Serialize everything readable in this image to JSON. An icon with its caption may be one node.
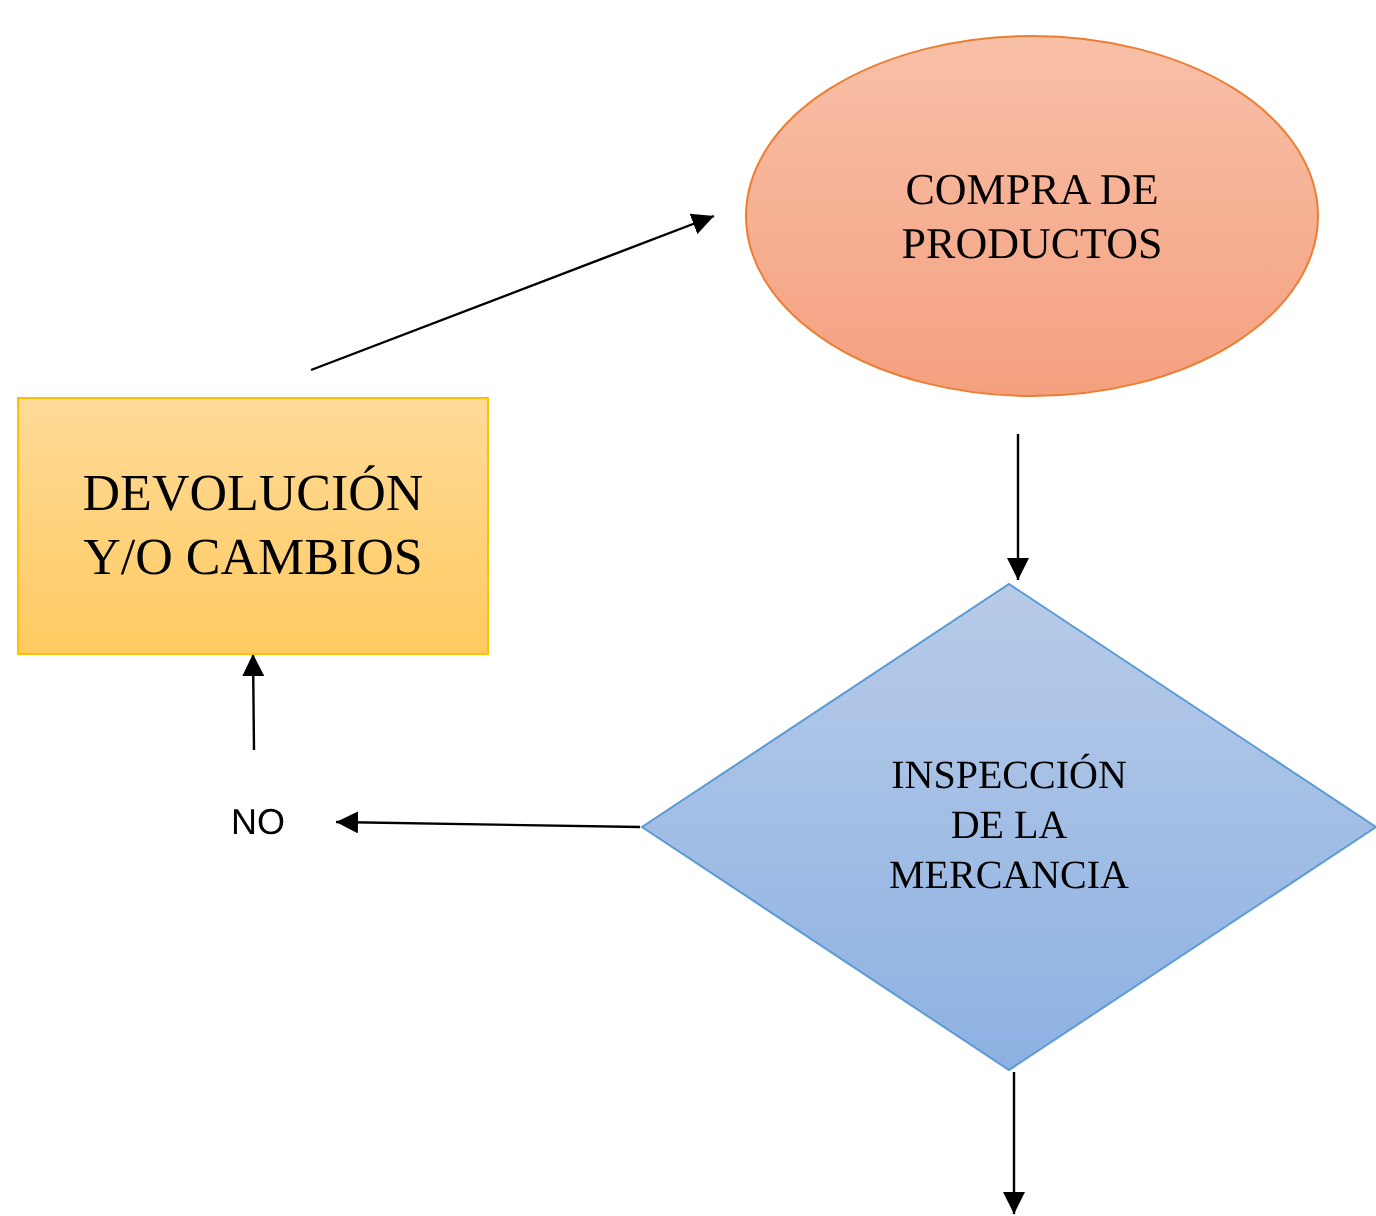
{
  "diagram": {
    "nodes": [
      {
        "text": [
          "COMPRA DE PRODUCTOS"
        ]
      },
      {
        "text": [
          "INSPECCIÓN DE LA MERCANCIA"
        ]
      },
      {
        "text": [
          "NO"
        ]
      },
      {
        "text": [
          "DEVOLUCIÓN Y/O CAMBIOS"
        ]
      }
    ],
    "edges": [
      {
        "from": 0,
        "to": 1,
        "arrow": "to"
      },
      {
        "from": 1,
        "to": 2,
        "arrow": "to"
      },
      {
        "from": 2,
        "to": 3,
        "arrow": "to"
      },
      {
        "from": 3,
        "to": 0,
        "arrow": "to"
      },
      {
        "from": 1,
        "to": null,
        "arrow": "to"
      }
    ]
  }
}
